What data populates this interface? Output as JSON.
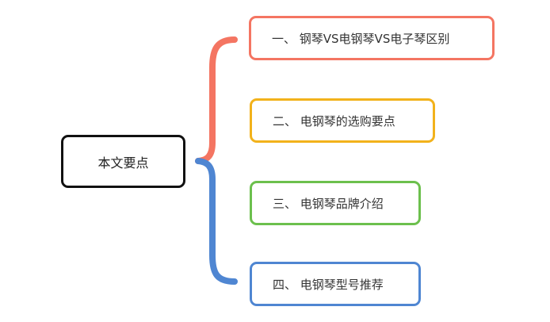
{
  "root": {
    "label": "本文要点"
  },
  "branches": [
    {
      "label": "一、 钢琴VS电钢琴VS电子琴区别",
      "color": "#f47562"
    },
    {
      "label": "二、 电钢琴的选购要点",
      "color": "#f2b21b"
    },
    {
      "label": "三、 电钢琴品牌介绍",
      "color": "#6cc04d"
    },
    {
      "label": "四、 电钢琴型号推荐",
      "color": "#4f86d2"
    }
  ],
  "connectors": {
    "upper_brace_color": "#f47562",
    "lower_brace_color": "#4f86d2"
  }
}
